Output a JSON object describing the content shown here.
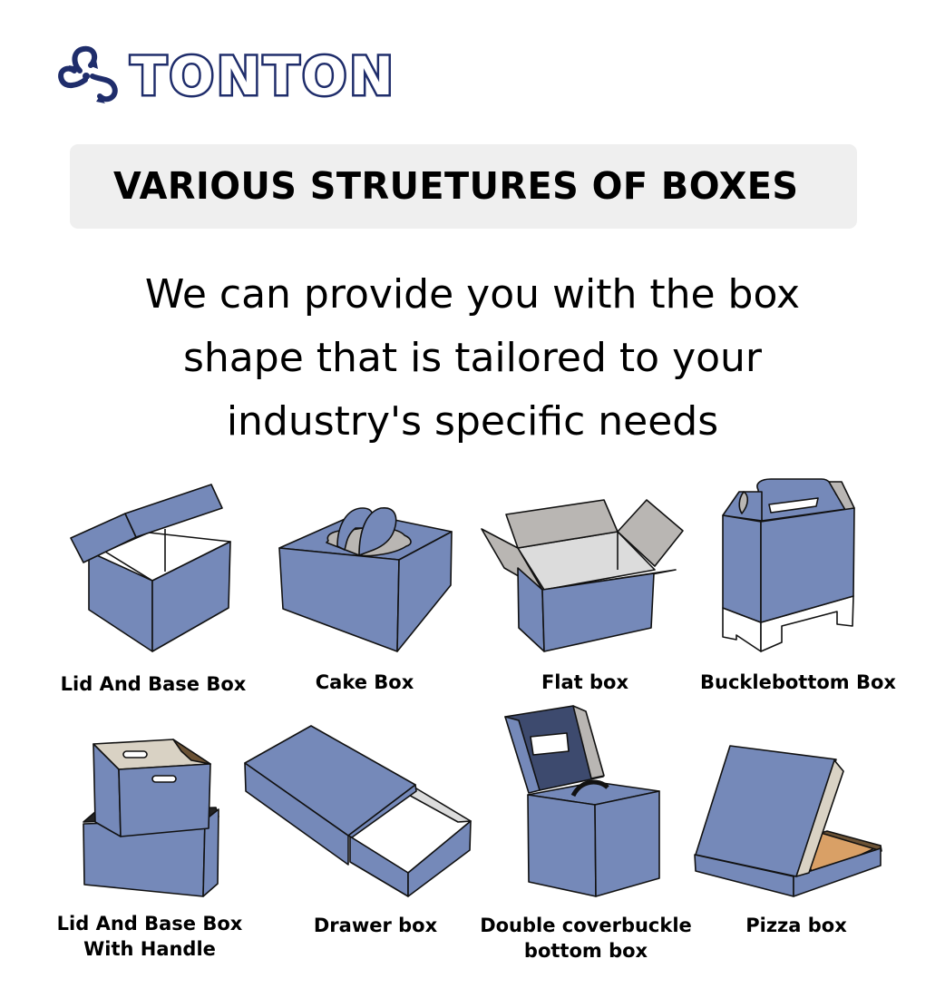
{
  "brand": {
    "name": "TONTON",
    "logo_icon": "recycle-trefoil-icon",
    "color": "#1f2d6b"
  },
  "banner": {
    "title": "VARIOUS STRUETURES OF BOXES",
    "background": "#efefef"
  },
  "tagline": {
    "lines": [
      "We can provide you with the box",
      "shape that is tailored to your",
      "industry's specific needs"
    ]
  },
  "colors": {
    "box_blue": "#7589b9",
    "box_dark_blue": "#3d4a6e",
    "inner_grey": "#b9b6b3",
    "inner_light": "#dcdcdc",
    "kraft_light": "#d9d2c4",
    "kraft_dark": "#6b5235",
    "kraft_orange": "#d9a066",
    "outline": "#111111"
  },
  "boxes": [
    {
      "label_lines": [
        "Lid And Base Box"
      ],
      "icon": "lid-and-base-box-icon"
    },
    {
      "label_lines": [
        "Cake Box"
      ],
      "icon": "cake-box-icon"
    },
    {
      "label_lines": [
        "Flat box"
      ],
      "icon": "flat-box-icon"
    },
    {
      "label_lines": [
        "Bucklebottom Box"
      ],
      "icon": "bucklebottom-box-icon"
    },
    {
      "label_lines": [
        "Lid And Base Box",
        "With Handle"
      ],
      "icon": "lid-and-base-box-with-handle-icon"
    },
    {
      "label_lines": [
        "Drawer box"
      ],
      "icon": "drawer-box-icon"
    },
    {
      "label_lines": [
        "Double coverbuckle",
        "bottom box"
      ],
      "icon": "double-coverbuckle-bottom-box-icon"
    },
    {
      "label_lines": [
        "Pizza box"
      ],
      "icon": "pizza-box-icon"
    }
  ]
}
